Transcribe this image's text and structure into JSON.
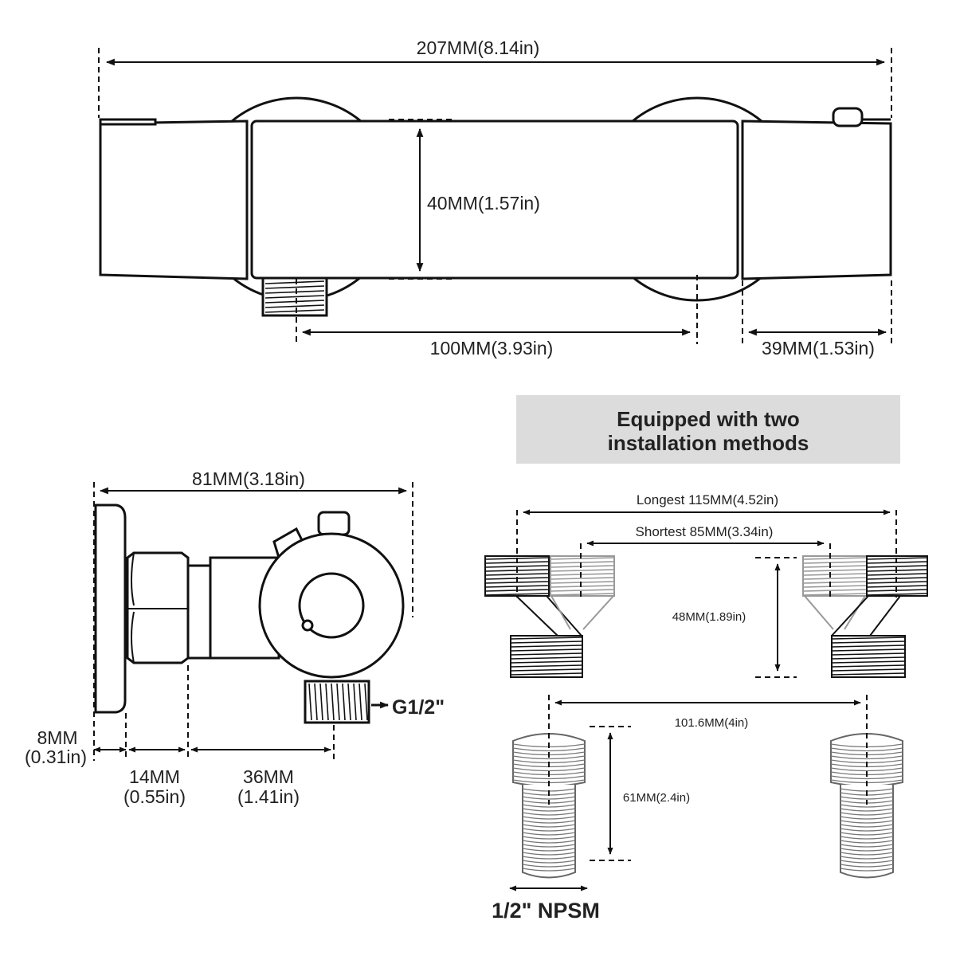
{
  "front_view": {
    "total_width": "207MM(8.14in)",
    "height": "40MM(1.57in)",
    "center_distance": "100MM(3.93in)",
    "side_width": "39MM(1.53in)"
  },
  "side_view": {
    "depth": "81MM(3.18in)",
    "wall_plate": [
      "8MM",
      "(0.31in)"
    ],
    "nut": [
      "14MM",
      "(0.55in)"
    ],
    "body": [
      "36MM",
      "(1.41in)"
    ],
    "outlet_thread": "G1/2\""
  },
  "methods_banner": [
    "Equipped with two",
    "installation methods"
  ],
  "s_connectors": {
    "longest": "Longest 115MM(4.52in)",
    "shortest": "Shortest 85MM(3.34in)",
    "offset": "48MM(1.89in)"
  },
  "straight_connectors": {
    "spacing": "101.6MM(4in)",
    "length": "61MM(2.4in)",
    "thread": "1/2\" NPSM"
  }
}
